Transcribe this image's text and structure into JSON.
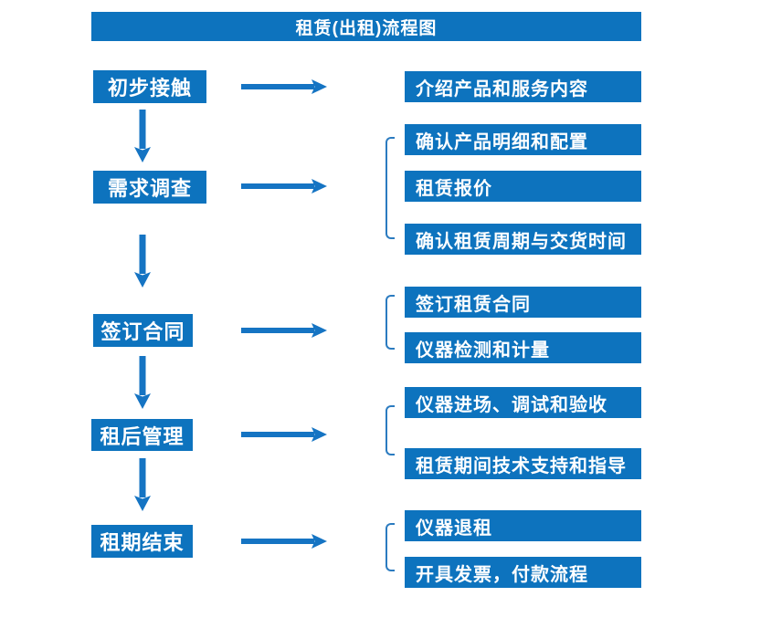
{
  "title": "租赁(出租)流程图",
  "colors": {
    "box_blue": "#0d73be",
    "arrow_blue": "#1574c3",
    "bracket_blue": "#2b7bc0",
    "text": "#ffffff",
    "background": "#ffffff"
  },
  "steps": [
    {
      "label": "初步接触",
      "details": [
        "介绍产品和服务内容"
      ]
    },
    {
      "label": "需求调查",
      "details": [
        "确认产品明细和配置",
        "租赁报价",
        "确认租赁周期与交货时间"
      ]
    },
    {
      "label": "签订合同",
      "details": [
        "签订租赁合同",
        "仪器检测和计量"
      ]
    },
    {
      "label": "租后管理",
      "details": [
        "仪器进场、调试和验收",
        "租赁期间技术支持和指导"
      ]
    },
    {
      "label": "租期结束",
      "details": [
        "仪器退租",
        "开具发票，付款流程"
      ]
    }
  ]
}
